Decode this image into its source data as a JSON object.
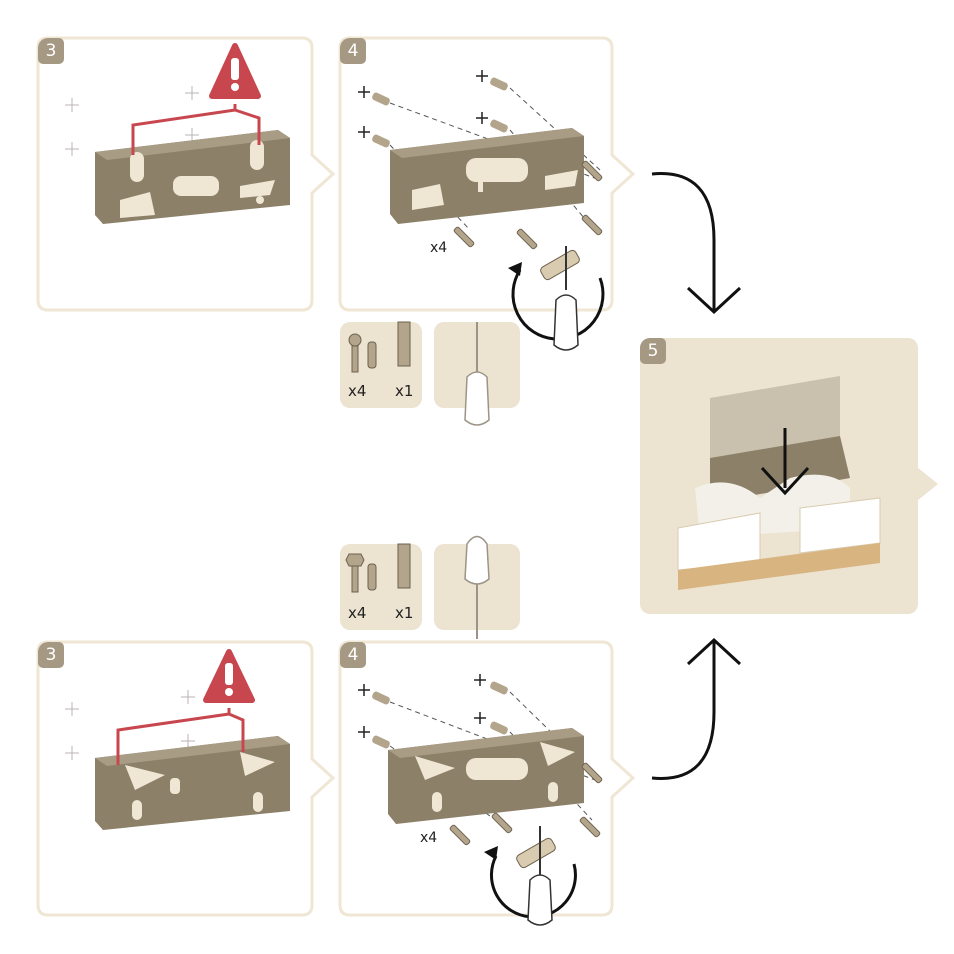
{
  "steps": {
    "top_3": "3",
    "top_4": "4",
    "final_5": "5",
    "bottom_3": "3",
    "bottom_4": "4"
  },
  "parts": {
    "top_screw_qty": "x4",
    "top_tool_qty": "x1",
    "bottom_screw_qty": "x4",
    "bottom_tool_qty": "x1"
  },
  "labels": {
    "top_x4": "x4",
    "bottom_x4": "x4"
  },
  "colors": {
    "frame": "#efe6d4",
    "badge": "#a69983",
    "bracket": "#8c8068",
    "warning": "#c8474f",
    "final_bg": "#ece3d1",
    "arrow": "#111111"
  }
}
